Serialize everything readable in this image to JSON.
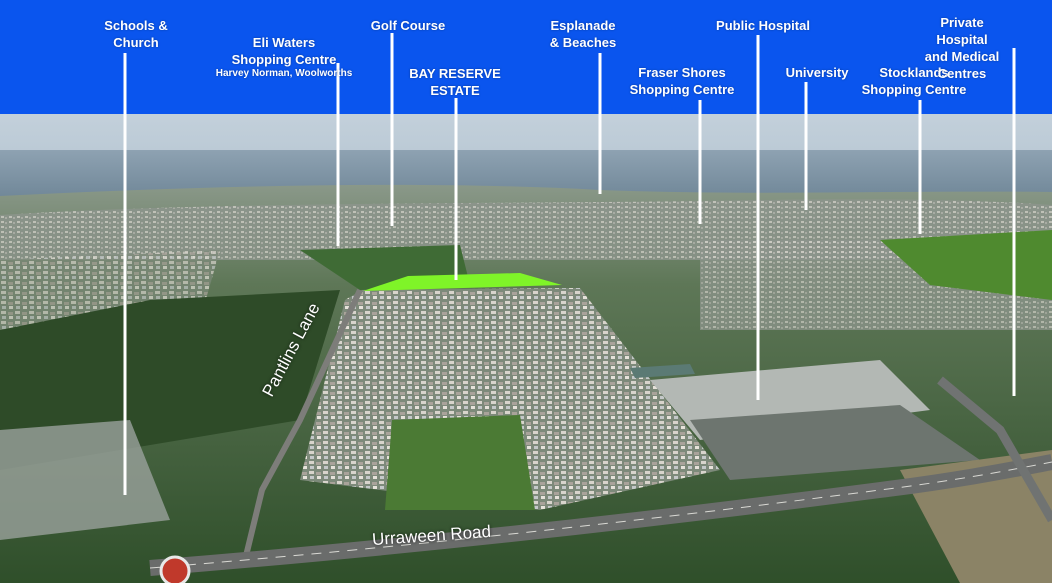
{
  "colors": {
    "banner": "#0a55ee",
    "estate_highlight": "#7ff428",
    "pointer": "#ffffff"
  },
  "labels": {
    "schools": "Schools &\nChurch",
    "eli_waters": "Eli Waters\nShopping Centre",
    "eli_waters_sub": "Harvey Norman, Woolworths",
    "golf": "Golf Course",
    "bay_reserve": "BAY RESERVE\nESTATE",
    "esplanade": "Esplanade\n& Beaches",
    "fraser_shores": "Fraser Shores\nShopping Centre",
    "public_hospital": "Public Hospital",
    "university": "University",
    "stocklands": "Stocklands\nShopping Centre",
    "private_hospital": "Private Hospital\nand Medical Centres"
  },
  "roads": {
    "pantlins": "Pantlins Lane",
    "urraween": "Urraween Road"
  }
}
